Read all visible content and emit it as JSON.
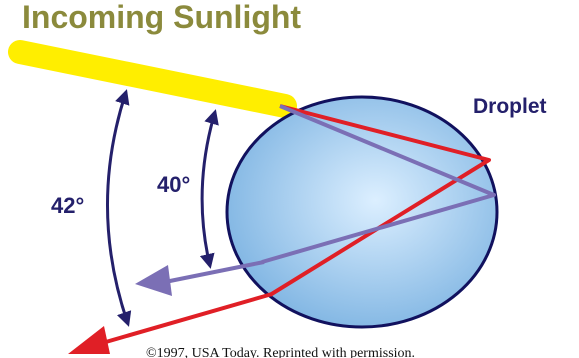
{
  "title": "Incoming Sunlight",
  "droplet_label": "Droplet",
  "angles": {
    "outer": "42°",
    "inner": "40°"
  },
  "credit": "©1997, USA Today. Reprinted with permission.",
  "colors": {
    "title": "#8b8a3c",
    "sunbeam": "#ffee00",
    "droplet_fill_center": "#dcefff",
    "droplet_fill_edge": "#7eb4e2",
    "droplet_outline": "#11115e",
    "red_ray": "#e01f26",
    "violet_ray": "#7b6fb5",
    "angle_arc": "#24206b",
    "label": "#24206b"
  }
}
